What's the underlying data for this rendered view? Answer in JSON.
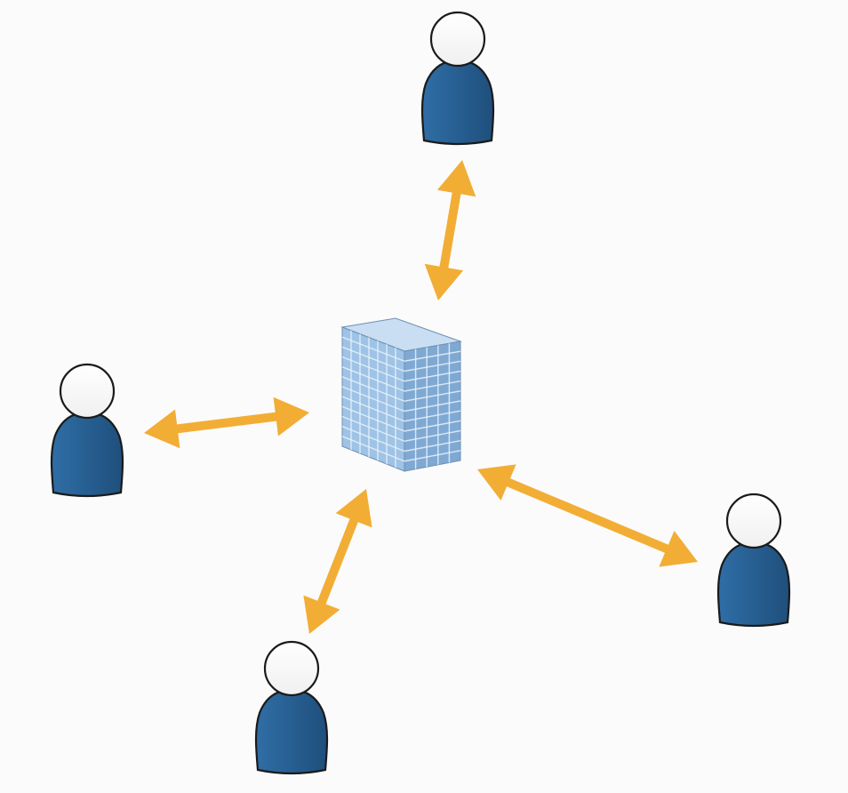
{
  "diagram": {
    "type": "hub-and-spoke",
    "hub": {
      "icon": "office-building-icon"
    },
    "spokes": [
      {
        "id": "top",
        "icon": "user-icon",
        "connector": "bidirectional-arrow"
      },
      {
        "id": "left",
        "icon": "user-icon",
        "connector": "bidirectional-arrow"
      },
      {
        "id": "bottom-left",
        "icon": "user-icon",
        "connector": "bidirectional-arrow"
      },
      {
        "id": "right",
        "icon": "user-icon",
        "connector": "bidirectional-arrow"
      }
    ]
  },
  "colors": {
    "background": "#fbfbfb",
    "arrow": "#f2ad35",
    "person_body": "#2f6ea6",
    "person_body_dark": "#1f4f7c",
    "person_head": "#f0f0f0",
    "outline": "#1b1b1b",
    "building_face": "#9ec3e6",
    "building_side": "#7fa9d3",
    "building_top": "#c9def2",
    "building_grid": "#e9f2fb"
  }
}
